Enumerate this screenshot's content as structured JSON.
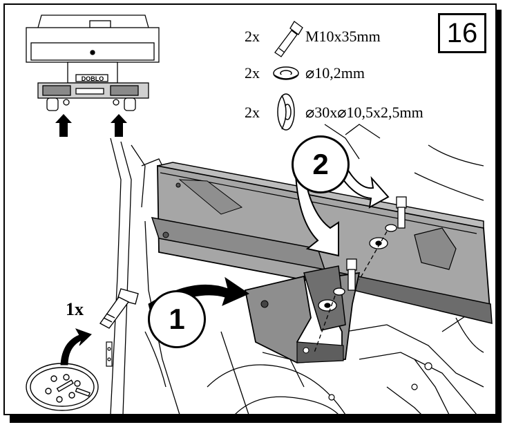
{
  "step_number": "16",
  "hardware": [
    {
      "qty": "2x",
      "icon": "bolt-icon",
      "spec": "M10x35mm"
    },
    {
      "qty": "2x",
      "icon": "spring-washer-icon",
      "spec": "⌀10,2mm"
    },
    {
      "qty": "2x",
      "icon": "flat-washer-icon",
      "spec": "⌀30x⌀10,5x2,5mm"
    }
  ],
  "callouts": {
    "first": "1",
    "second": "2"
  },
  "extra_bolt_qty": "1x",
  "colors": {
    "line": "#000000",
    "part_gray": "#9a9a9a",
    "part_dark": "#777777",
    "background": "#ffffff"
  }
}
